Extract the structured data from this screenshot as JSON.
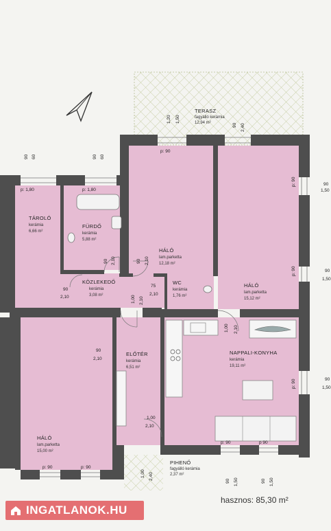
{
  "rooms": {
    "tarolo": {
      "name": "TÁROLÓ",
      "material": "kerámia",
      "area": "6,66 m²"
    },
    "furdo": {
      "name": "FÜRDŐ",
      "material": "kerámia",
      "area": "5,88 m²"
    },
    "halo1": {
      "name": "HÁLÓ",
      "material": "lam.parketta",
      "area": "12,18 m²"
    },
    "halo2": {
      "name": "HÁLÓ",
      "material": "lam.parketta",
      "area": "15,12 m²"
    },
    "kozlekedo": {
      "name": "KÖZLEKEDŐ",
      "material": "kerámia",
      "area": "3,08 m²"
    },
    "wc": {
      "name": "WC",
      "material": "kerámia",
      "area": "1,76 m²"
    },
    "eloter": {
      "name": "ELŐTÉR",
      "material": "kerámia",
      "area": "6,51 m²"
    },
    "nappali": {
      "name": "NAPPALI-KONYHA",
      "material": "kerámia",
      "area": "19,11 m²"
    },
    "halo3": {
      "name": "HÁLÓ",
      "material": "lam.parketta",
      "area": "15,00 m²"
    },
    "terasz": {
      "name": "TERASZ",
      "material": "fagyálló kerámia",
      "area": "12,94 m²"
    },
    "piheno": {
      "name": "PIHENŐ",
      "material": "fagyálló kerámia",
      "area": "2,37 m²"
    }
  },
  "dims": {
    "d90": "90",
    "d60": "60",
    "d120": "1,20",
    "d150": "1,50",
    "d240": "2,40",
    "d210": "2,10",
    "d100": "1,00",
    "d75": "75",
    "p90": "p: 90",
    "p180": "p: 1,80",
    "p90b": "p 90"
  },
  "footer": {
    "logo_text": "INGATLANOK.HU",
    "total_label": "hasznos: 85,30 m²"
  }
}
